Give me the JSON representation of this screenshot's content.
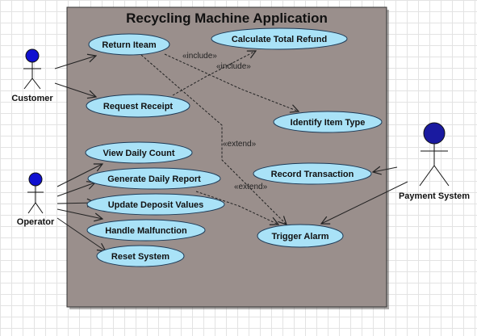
{
  "system": {
    "title": "Recycling Machine Application"
  },
  "actors": {
    "customer": "Customer",
    "operator": "Operator",
    "payment_system": "Payment System"
  },
  "use_cases": {
    "return_item": "Return Iteam",
    "calculate_total_refund": "Calculate Total Refund",
    "request_receipt": "Request Receipt",
    "identify_item_type": "Identify Item Type",
    "view_daily_count": "View Daily Count",
    "generate_daily_report": "Generate Daily Report",
    "record_transaction": "Record Transaction",
    "update_deposit_values": "Update Deposit Values",
    "handle_malfunction": "Handle Malfunction",
    "trigger_alarm": "Trigger Alarm",
    "reset_system": "Reset System"
  },
  "relationships": {
    "include_1": "«include»",
    "include_2": "«include»",
    "extend_1": "«extend»",
    "extend_2": "«extend»"
  },
  "colors": {
    "system_fill": "#9a8f8c",
    "use_case_fill": "#a9e2f7",
    "actor_head_customer": "#1010d0",
    "actor_head_operator": "#1010d0",
    "actor_head_payment": "#1a1aa0"
  }
}
